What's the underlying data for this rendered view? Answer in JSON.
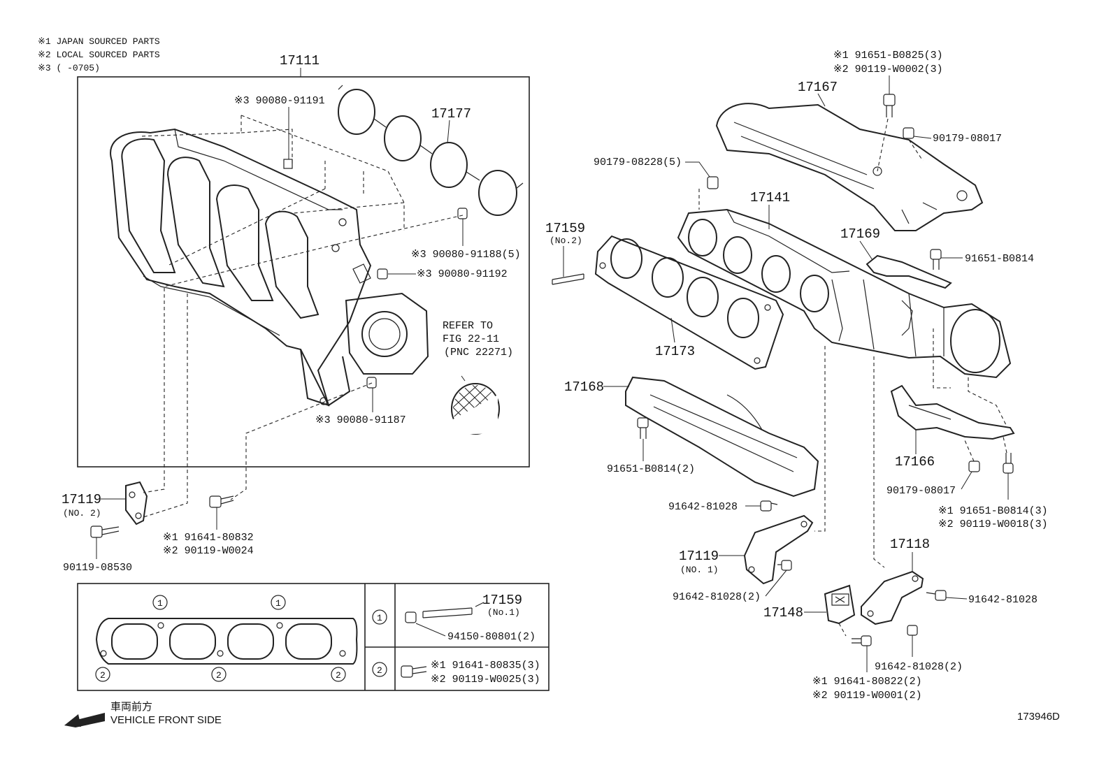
{
  "notes": [
    "※1 JAPAN SOURCED PARTS",
    "※2 LOCAL SOURCED PARTS",
    "※3 (    -0705)"
  ],
  "parts": {
    "p17111": "17111",
    "p17177": "17177",
    "p9008091191": "※3 90080-91191",
    "p9008091188": "※3 90080-91188(5)",
    "p9008091192": "※3 90080-91192",
    "refer1": "REFER TO",
    "refer2": "FIG 22-11",
    "refer3": "(PNC 22271)",
    "p9008091187": "※3 90080-91187",
    "p17119no2": "17119",
    "p17119no2sub": "(NO. 2)",
    "p9164180832": "※1 91641-80832",
    "p90119W0024": "※2 90119-W0024",
    "p9011908530": "90119-08530",
    "p17159no2": "17159",
    "p17159no2sub": "(No.2)",
    "p17141": "17141",
    "p17173": "17173",
    "p9017908228": "90179-08228(5)",
    "p9165B0825": "※1 91651-B0825(3)",
    "p90119W0002": "※2 90119-W0002(3)",
    "p17167": "17167",
    "p9017908017a": "90179-08017",
    "p17169": "17169",
    "p91651B0814": "91651-B0814",
    "p17168": "17168",
    "p91651B0814x2": "91651-B0814(2)",
    "p9164281028a": "91642-81028",
    "p17166": "17166",
    "p9017908017b": "90179-08017",
    "p91651B0814x3": "※1 91651-B0814(3)",
    "p90119W0018": "※2 90119-W0018(3)",
    "p17119no1": "17119",
    "p17119no1sub": "(NO. 1)",
    "p9164281028x2a": "91642-81028(2)",
    "p17118": "17118",
    "p9164281028b": "91642-81028",
    "p17148": "17148",
    "p9164281028x2b": "91642-81028(2)",
    "p9164180822": "※1 91641-80822(2)",
    "p90119W0001": "※2 90119-W0001(2)"
  },
  "legend": {
    "marker1": "1",
    "marker2": "2",
    "p17159no1": "17159",
    "p17159no1sub": "(No.1)",
    "p9415080801": "94150-80801(2)",
    "p9164180835": "※1 91641-80835(3)",
    "p90119W0025": "※2 90119-W0025(3)"
  },
  "direction": {
    "jp": "車両前方",
    "en": "VEHICLE FRONT SIDE"
  },
  "figure_code": "173946D"
}
